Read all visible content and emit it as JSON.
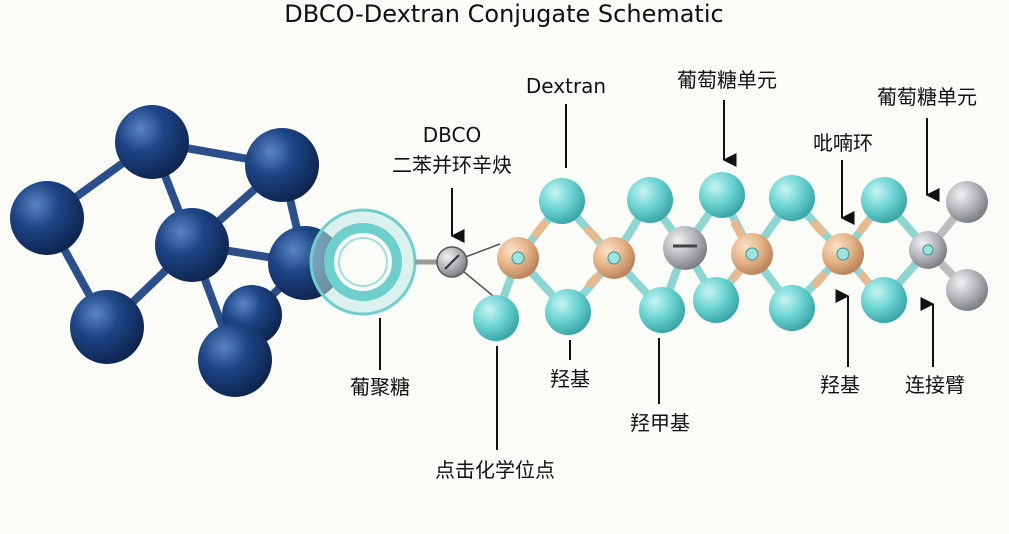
{
  "title": "DBCO-Dextran Conjugate Schematic",
  "labels": {
    "dbco_line1": "DBCO",
    "dbco_line2": "二苯并环辛炔",
    "dextran": "Dextran",
    "glucose_unit_1": "葡萄糖单元",
    "pyran_ring": "吡喃环",
    "glucose_unit_2": "葡萄糖单元",
    "glucan": "葡聚糖",
    "click_site": "点击化学位点",
    "hydroxyl_1": "羟基",
    "hydroxymethyl": "羟甲基",
    "hydroxyl_2": "羟基",
    "linker_arm": "连接臂"
  },
  "colors": {
    "dbco_sphere": "#1b3f7a",
    "dbco_bond": "#2c4f8c",
    "ring": "#8fd6d4",
    "teal_atom": "#67d3d3",
    "tan_atom": "#e2b48c",
    "gray_atom": "#a9abad",
    "bond_teal": "#7fd0cc",
    "bond_tan": "#e8b98e"
  }
}
